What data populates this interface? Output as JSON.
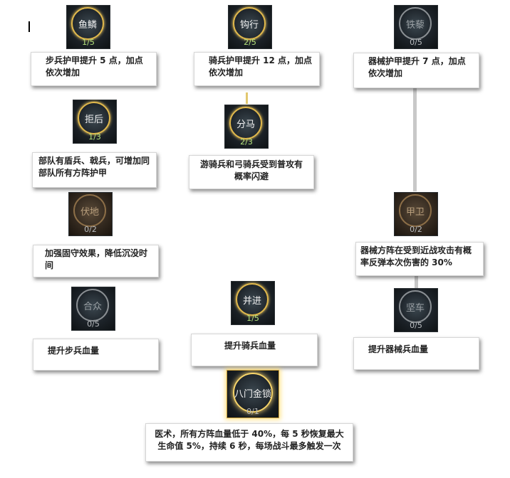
{
  "nodes": [
    {
      "id": "yulin",
      "name": "鱼鳞",
      "count": "1/5",
      "desc": "步兵护甲提升 5 点，加点依次增加"
    },
    {
      "id": "gouxing",
      "name": "钩行",
      "count": "2/5",
      "desc": "骑兵护甲提升 12 点，加点依次增加"
    },
    {
      "id": "tieli",
      "name": "铁藜",
      "count": "0/5",
      "desc": "器械护甲提升 7 点，加点依次增加"
    },
    {
      "id": "juhou",
      "name": "拒后",
      "count": "1/3",
      "desc": "部队有盾兵、戟兵，可增加同部队所有方阵护甲"
    },
    {
      "id": "fenma",
      "name": "分马",
      "count": "2/3",
      "desc": "游骑兵和弓骑兵受到普攻有概率闪避"
    },
    {
      "id": "fudi",
      "name": "伏地",
      "count": "0/2",
      "desc": "加强固守效果，降低沉没时间"
    },
    {
      "id": "jiawei",
      "name": "甲卫",
      "count": "0/2",
      "desc": "器械方阵在受到近战攻击有概率反弹本次伤害的 30%"
    },
    {
      "id": "hezhong",
      "name": "合众",
      "count": "0/5",
      "desc": "提升步兵血量"
    },
    {
      "id": "bingjin",
      "name": "并进",
      "count": "1/5",
      "desc": "提升骑兵血量"
    },
    {
      "id": "jianche",
      "name": "坚车",
      "count": "0/5",
      "desc": "提升器械兵血量"
    },
    {
      "id": "bamen",
      "name": "八门金锁",
      "count": "0/1",
      "desc": "医术，所有方阵血量低于 40%，每 5 秒恢复最大生命值 5%，持续 6 秒，每场战斗最多触发一次"
    }
  ]
}
